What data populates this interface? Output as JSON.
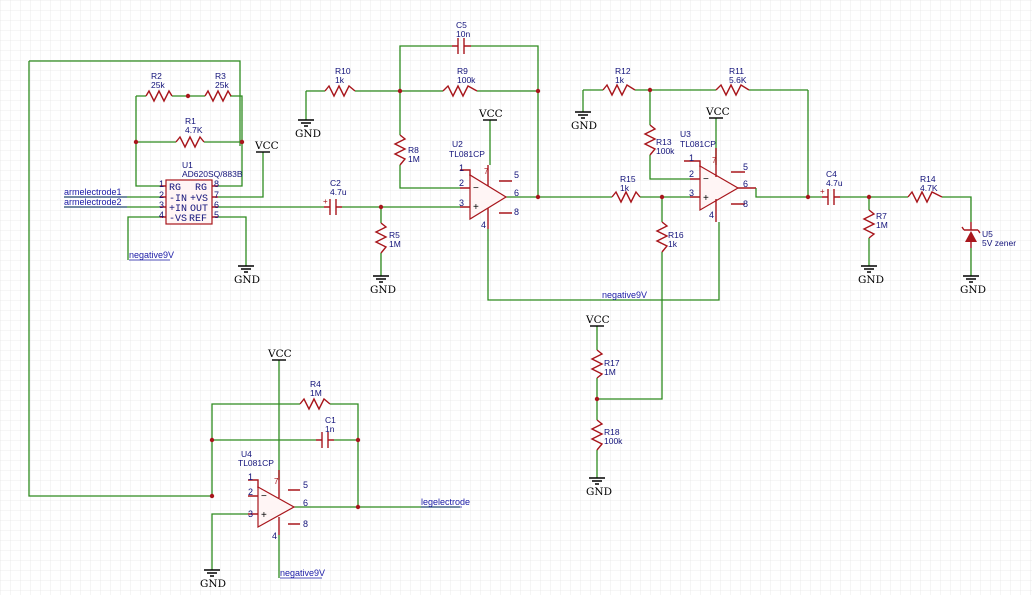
{
  "components": {
    "R1": {
      "ref": "R1",
      "value": "4.7K"
    },
    "R2": {
      "ref": "R2",
      "value": "25k"
    },
    "R3": {
      "ref": "R3",
      "value": "25k"
    },
    "R4": {
      "ref": "R4",
      "value": "1M"
    },
    "R5": {
      "ref": "R5",
      "value": "1M"
    },
    "R7": {
      "ref": "R7",
      "value": "1M"
    },
    "R8": {
      "ref": "R8",
      "value": "1M"
    },
    "R9": {
      "ref": "R9",
      "value": "100k"
    },
    "R10": {
      "ref": "R10",
      "value": "1k"
    },
    "R11": {
      "ref": "R11",
      "value": "5.6K"
    },
    "R12": {
      "ref": "R12",
      "value": "1k"
    },
    "R13": {
      "ref": "R13",
      "value": "100k"
    },
    "R14": {
      "ref": "R14",
      "value": "4.7K"
    },
    "R15": {
      "ref": "R15",
      "value": "1k"
    },
    "R16": {
      "ref": "R16",
      "value": "1k"
    },
    "R17": {
      "ref": "R17",
      "value": "1M"
    },
    "R18": {
      "ref": "R18",
      "value": "100k"
    },
    "C1": {
      "ref": "C1",
      "value": "1n"
    },
    "C2": {
      "ref": "C2",
      "value": "4.7u"
    },
    "C4": {
      "ref": "C4",
      "value": "4.7u"
    },
    "C5": {
      "ref": "C5",
      "value": "10n"
    },
    "U1": {
      "ref": "U1",
      "value": "AD620SQ/883B"
    },
    "U2": {
      "ref": "U2",
      "value": "TL081CP"
    },
    "U3": {
      "ref": "U3",
      "value": "TL081CP"
    },
    "U4": {
      "ref": "U4",
      "value": "TL081CP"
    },
    "U5": {
      "ref": "U5",
      "value": "5V zener"
    }
  },
  "u1_pins": {
    "rg_l": "RG",
    "in_minus": "-IN",
    "in_plus": "+IN",
    "vs_minus": "-VS",
    "rg_r": "RG",
    "vs_plus": "+VS",
    "out": "OUT",
    "ref": "REF"
  },
  "nets": {
    "armelectrode1": "armelectrode1",
    "armelectrode2": "armelectrode2",
    "legelectrode": "legelectrode",
    "negative9v": "negative9V"
  },
  "power": {
    "vcc": "VCC",
    "gnd": "GND"
  },
  "pins": {
    "p1": "1",
    "p2": "2",
    "p3": "3",
    "p4": "4",
    "p5": "5",
    "p6": "6",
    "p7": "7",
    "p8": "8"
  },
  "colors": {
    "wire": "#2e8b1f",
    "component": "#a8161c",
    "text": "#12127a",
    "grid": "#e6e6e6"
  }
}
